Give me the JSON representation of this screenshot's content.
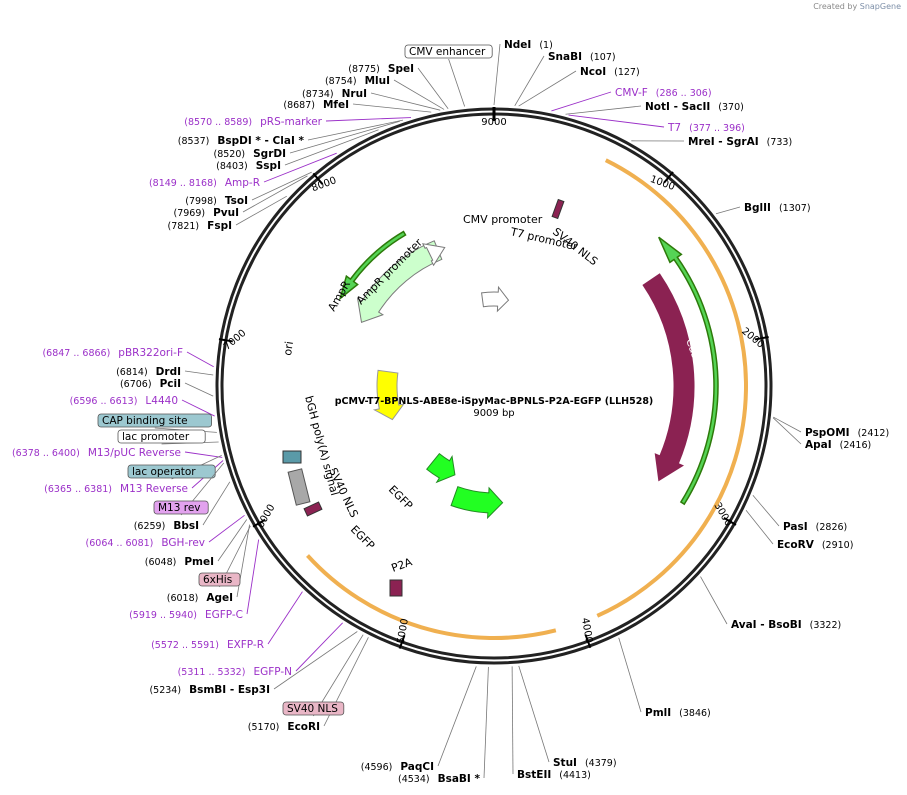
{
  "credit": {
    "prefix": "Created by",
    "brand": "SnapGene"
  },
  "plasmid": {
    "name": "pCMV-T7-BPNLS-ABE8e-iSpyMac-BPNLS-P2A-EGFP (LLH528)",
    "size_label": "9009 bp",
    "length": 9009
  },
  "colors": {
    "feature_purple": "#9b30c8",
    "enzyme": "#000000",
    "orange_feature": "#f0b050",
    "green_arrow": "#22ff22",
    "dark_green": "#2d7a0a",
    "cas9": "#8b2252",
    "amp_fill": "#ccffcc",
    "ori": "#ffff00",
    "gray_box": "#a8a8a8",
    "lac_box": "#9cc8d0",
    "pink_box": "#e9b6c6",
    "violet_box": "#e2a2ee"
  },
  "ticks": [
    {
      "pos": 1,
      "label": "9000"
    },
    {
      "pos": 1000,
      "label": "1000"
    },
    {
      "pos": 2000,
      "label": "2000"
    },
    {
      "pos": 3000,
      "label": "3000"
    },
    {
      "pos": 4000,
      "label": "4000"
    },
    {
      "pos": 5000,
      "label": "5000"
    },
    {
      "pos": 6000,
      "label": "6000"
    },
    {
      "pos": 7000,
      "label": "7000"
    },
    {
      "pos": 8000,
      "label": "8000"
    }
  ],
  "enzymes_right": [
    {
      "name": "NdeI",
      "coord": "(1)",
      "pos": 1
    },
    {
      "name": "SnaBI",
      "coord": "(107)",
      "pos": 107
    },
    {
      "name": "NcoI",
      "coord": "(127)",
      "pos": 127
    },
    {
      "name": "NotI - SacII",
      "coord": "(370)",
      "pos": 370
    },
    {
      "name": "MreI - SgrAI",
      "coord": "(733)",
      "pos": 733
    },
    {
      "name": "BglII",
      "coord": "(1307)",
      "pos": 1307
    },
    {
      "name": "PspOMI",
      "coord": "(2412)",
      "pos": 2412
    },
    {
      "name": "ApaI",
      "coord": "(2416)",
      "pos": 2416
    },
    {
      "name": "PasI",
      "coord": "(2826)",
      "pos": 2826
    },
    {
      "name": "EcoRV",
      "coord": "(2910)",
      "pos": 2910
    },
    {
      "name": "AvaI - BsoBI",
      "coord": "(3322)",
      "pos": 3322
    },
    {
      "name": "PmlI",
      "coord": "(3846)",
      "pos": 3846
    },
    {
      "name": "StuI",
      "coord": "(4379)",
      "pos": 4379
    },
    {
      "name": "BstEII",
      "coord": "(4413)",
      "pos": 4413
    }
  ],
  "enzymes_left": [
    {
      "name": "SpeI",
      "coord": "(8775)",
      "pos": 8775
    },
    {
      "name": "MluI",
      "coord": "(8754)",
      "pos": 8754
    },
    {
      "name": "NruI",
      "coord": "(8734)",
      "pos": 8734
    },
    {
      "name": "MfeI",
      "coord": "(8687)",
      "pos": 8687
    },
    {
      "name": "BspDI * - ClaI *",
      "coord": "(8537)",
      "pos": 8537
    },
    {
      "name": "SgrDI",
      "coord": "(8520)",
      "pos": 8520
    },
    {
      "name": "SspI",
      "coord": "(8403)",
      "pos": 8403
    },
    {
      "name": "TsoI",
      "coord": "(7998)",
      "pos": 7998
    },
    {
      "name": "PvuI",
      "coord": "(7969)",
      "pos": 7969
    },
    {
      "name": "FspI",
      "coord": "(7821)",
      "pos": 7821
    },
    {
      "name": "DrdI",
      "coord": "(6814)",
      "pos": 6814
    },
    {
      "name": "PciI",
      "coord": "(6706)",
      "pos": 6706
    },
    {
      "name": "BbsI",
      "coord": "(6259)",
      "pos": 6259
    },
    {
      "name": "PmeI",
      "coord": "(6048)",
      "pos": 6048
    },
    {
      "name": "AgeI",
      "coord": "(6018)",
      "pos": 6018
    },
    {
      "name": "BsmBI - Esp3I",
      "coord": "(5234)",
      "pos": 5234
    },
    {
      "name": "EcoRI",
      "coord": "(5170)",
      "pos": 5170
    },
    {
      "name": "PaqCI",
      "coord": "(4596)",
      "pos": 4596
    },
    {
      "name": "BsaBI *",
      "coord": "(4534)",
      "pos": 4534
    }
  ],
  "primers": [
    {
      "name": "CMV-F",
      "coord": "(286 .. 306)",
      "pos": 296
    },
    {
      "name": "T7",
      "coord": "(377 .. 396)",
      "pos": 386
    },
    {
      "name": "pRS-marker",
      "coord": "(8570 .. 8589)",
      "pos": 8580
    },
    {
      "name": "Amp-R",
      "coord": "(8149 .. 8168)",
      "pos": 8158
    },
    {
      "name": "pBR322ori-F",
      "coord": "(6847 .. 6866)",
      "pos": 6856
    },
    {
      "name": "L4440",
      "coord": "(6596 .. 6613)",
      "pos": 6604
    },
    {
      "name": "M13/pUC Reverse",
      "coord": "(6378 .. 6400)",
      "pos": 6389
    },
    {
      "name": "M13 Reverse",
      "coord": "(6365 .. 6381)",
      "pos": 6373
    },
    {
      "name": "BGH-rev",
      "coord": "(6064 .. 6081)",
      "pos": 6072
    },
    {
      "name": "EGFP-C",
      "coord": "(5919 .. 5940)",
      "pos": 5929
    },
    {
      "name": "EXFP-R",
      "coord": "(5572 .. 5591)",
      "pos": 5581
    },
    {
      "name": "EGFP-N",
      "coord": "(5311 .. 5332)",
      "pos": 5321
    }
  ],
  "boxed_features": [
    {
      "name": "CMV enhancer",
      "style": "white",
      "pos": 8860
    },
    {
      "name": "CAP binding site",
      "style": "lac",
      "pos": 6520
    },
    {
      "name": "lac promoter",
      "style": "white",
      "pos": 6470
    },
    {
      "name": "lac operator",
      "style": "lac",
      "pos": 6400
    },
    {
      "name": "M13 rev",
      "style": "violet",
      "pos": 6360
    },
    {
      "name": "6xHis",
      "style": "pink",
      "pos": 6010
    },
    {
      "name": "SV40 NLS",
      "style": "pink",
      "pos": 5200
    }
  ],
  "feature_labels": {
    "cmv_promoter": "CMV promoter",
    "t7_promoter": "T7 promoter",
    "sv40_nls_top": "SV40 NLS",
    "cas9": "Cas9(N)",
    "ampr_promoter": "AmpR promoter",
    "ampr": "AmpR",
    "ori": "ori",
    "bgh": "bGH poly(A) signal",
    "sv40_nls_mid": "SV40 NLS",
    "egfp_1": "EGFP",
    "egfp_2": "EGFP",
    "p2a": "P2A"
  }
}
